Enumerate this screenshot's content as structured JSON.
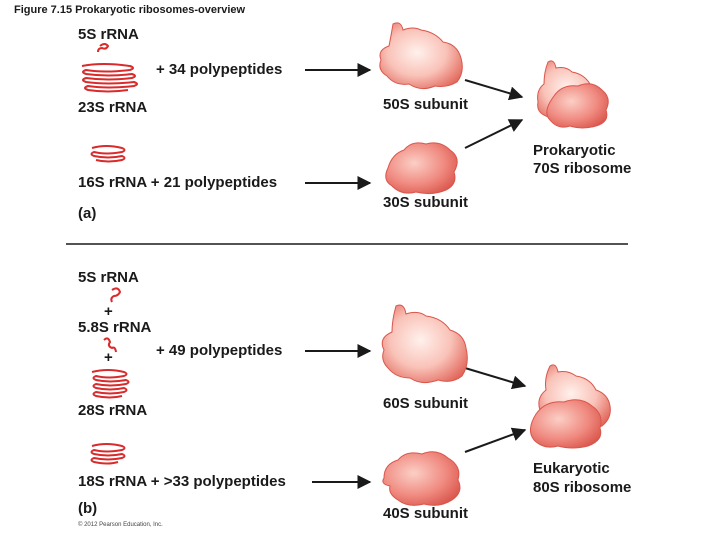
{
  "header": {
    "title": "Figure 7.15  Prokaryotic ribosomes-overview"
  },
  "panel_a": {
    "label": "(a)",
    "rna_5s": "5S rRNA",
    "plus_polypeptides": "+ 34 polypeptides",
    "rna_23s": "23S rRNA",
    "subunit_large": "50S subunit",
    "rna_16s_line": "16S rRNA + 21 polypeptides",
    "subunit_small": "30S subunit",
    "result_line1": "Prokaryotic",
    "result_line2": "70S ribosome"
  },
  "panel_b": {
    "label": "(b)",
    "rna_5s": "5S rRNA",
    "plus1": "+",
    "rna_58s": "5.8S rRNA",
    "plus2": "+",
    "plus_polypeptides": "+ 49 polypeptides",
    "rna_28s": "28S rRNA",
    "subunit_large": "60S subunit",
    "rna_18s_line": "18S rRNA + >33 polypeptides",
    "subunit_small": "40S subunit",
    "result_line1": "Eukaryotic",
    "result_line2": "80S ribosome"
  },
  "footer": {
    "copyright": "© 2012 Pearson Education, Inc."
  },
  "colors": {
    "rna": "#d92b2b",
    "subunit_fill": "#f08a80",
    "subunit_light": "#fbd8d0",
    "text": "#1a1a1a"
  }
}
